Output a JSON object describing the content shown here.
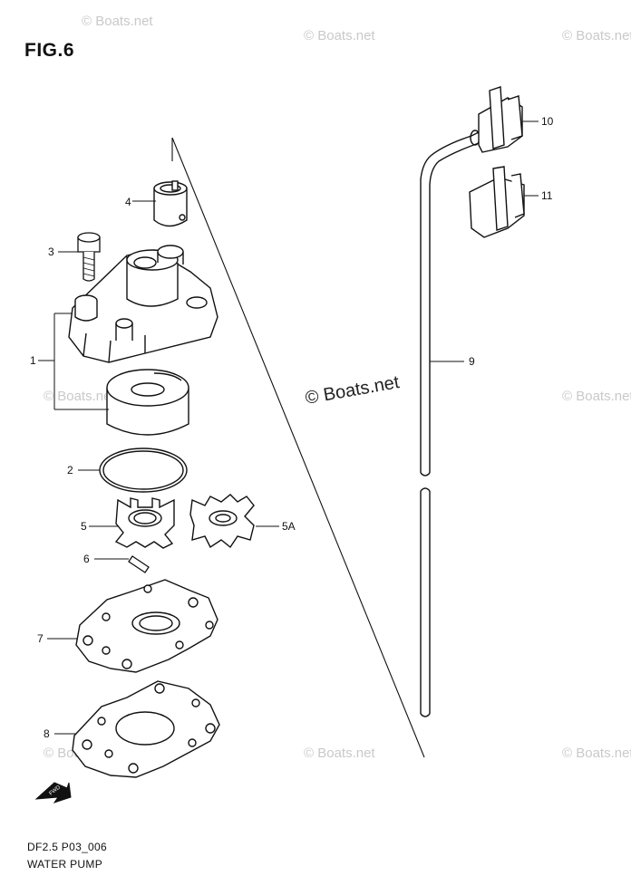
{
  "figure": {
    "title": "FIG.6"
  },
  "footer": {
    "code": "DF2.5 P03_006",
    "name": "WATER PUMP"
  },
  "watermark": {
    "text": "© Boats.net"
  },
  "arrow_label": "FWD",
  "callouts": [
    "1",
    "2",
    "3",
    "4",
    "5",
    "5A",
    "6",
    "7",
    "8",
    "9",
    "10",
    "11"
  ]
}
